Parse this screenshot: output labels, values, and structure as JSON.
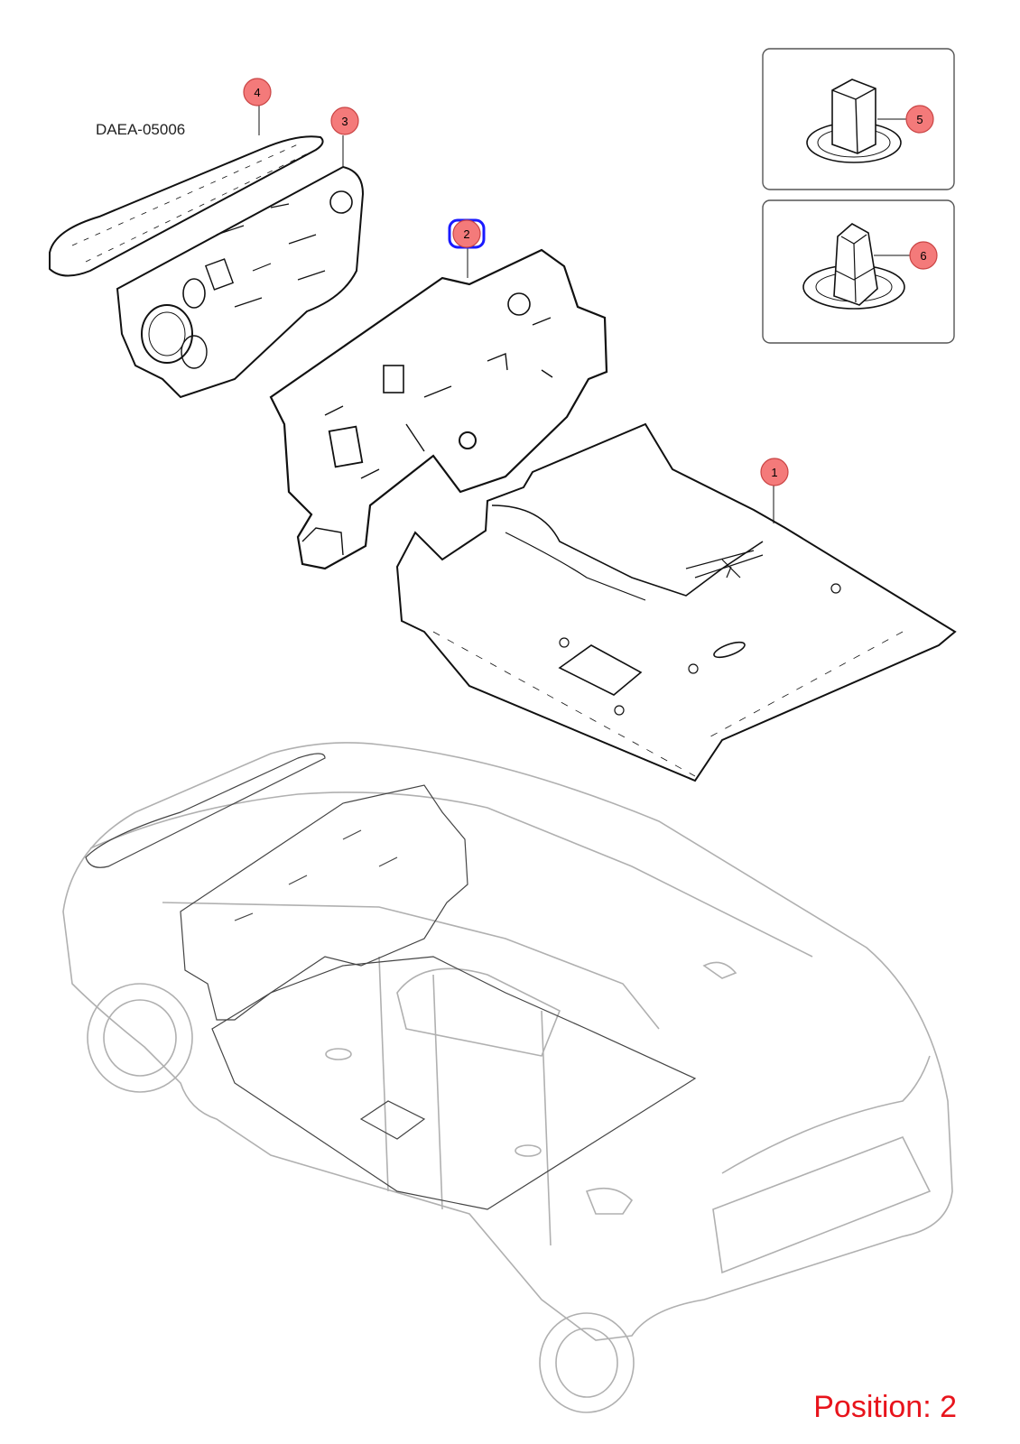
{
  "diagram": {
    "reference_code": "DAEA-05006",
    "position_label": "Position: 2",
    "selected_callout": "2",
    "callouts": [
      {
        "id": "callout-1",
        "number": "1"
      },
      {
        "id": "callout-2",
        "number": "2"
      },
      {
        "id": "callout-3",
        "number": "3"
      },
      {
        "id": "callout-4",
        "number": "4"
      },
      {
        "id": "callout-5",
        "number": "5"
      },
      {
        "id": "callout-6",
        "number": "6"
      }
    ],
    "colors": {
      "callout_fill": "#f47a7a",
      "callout_stroke": "#c94444",
      "selected_outline": "#1a1aff",
      "position_text": "#e8141c",
      "part_line": "#111111",
      "vehicle_line": "#b0b0b0"
    }
  }
}
